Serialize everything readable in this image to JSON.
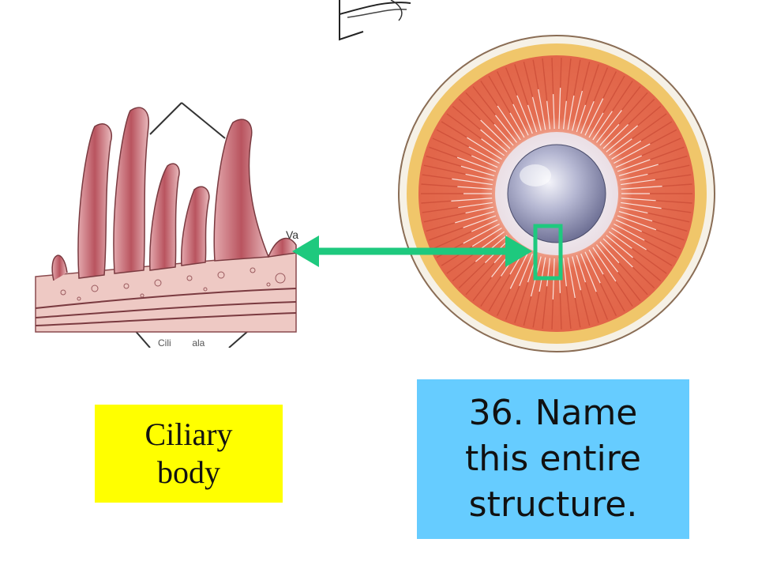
{
  "colors": {
    "background": "#ffffff",
    "answer_box": "#ffff00",
    "question_box": "#66ccff",
    "arrow": "#1ec97e",
    "highlight_rect": "#1ec97e",
    "tissue": "#c9707a",
    "eye_muscle": "#e8674f",
    "eye_rim": "#f4c43a",
    "lens": "#a7a9c9"
  },
  "labels": {
    "ciliary_edge_text": "Va",
    "ciliary_bottom_text": "Cili        ala"
  },
  "answer_box": {
    "text": "Ciliary\nbody"
  },
  "question_box": {
    "text": "36. Name\nthis entire\nstructure."
  },
  "icons": {
    "arrow": "double-headed-arrow-icon",
    "highlight": "selection-rectangle-icon"
  }
}
